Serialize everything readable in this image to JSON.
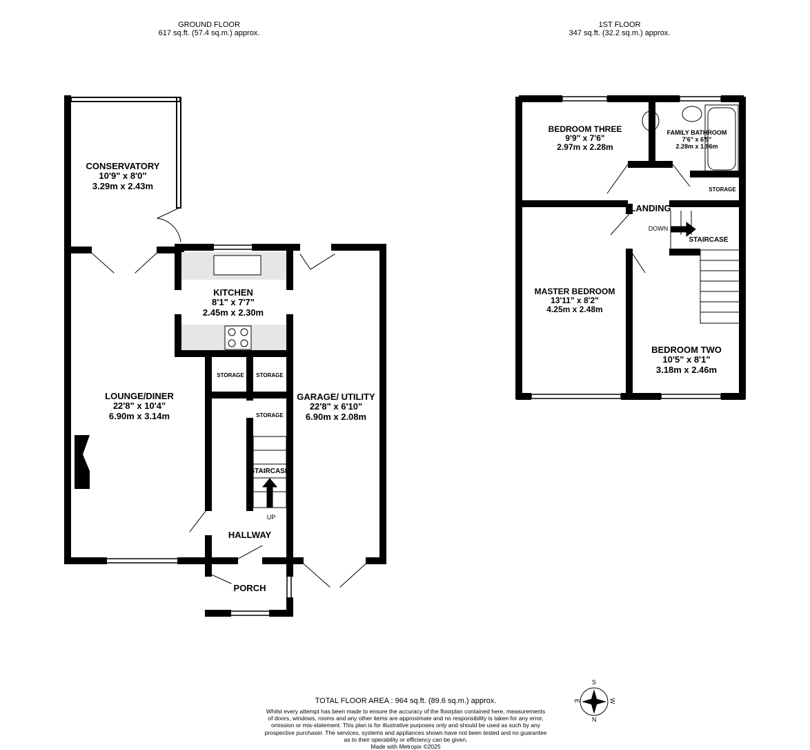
{
  "ground_floor": {
    "title": "GROUND FLOOR",
    "area": "617 sq.ft. (57.4 sq.m.) approx.",
    "rooms": [
      {
        "name": "CONSERVATORY",
        "imperial": "10'9\"  x 8'0\"",
        "metric": "3.29m  x 2.43m"
      },
      {
        "name": "KITCHEN",
        "imperial": "8'1\"  x 7'7\"",
        "metric": "2.45m  x 2.30m"
      },
      {
        "name": "LOUNGE/DINER",
        "imperial": "22'8\"  x 10'4\"",
        "metric": "6.90m  x 3.14m"
      },
      {
        "name": "GARAGE/ UTILITY",
        "imperial": "22'8\"  x 6'10\"",
        "metric": "6.90m  x 2.08m"
      }
    ],
    "labels": {
      "storage": "STORAGE",
      "staircase": "STAIRCASE",
      "up": "UP",
      "hallway": "HALLWAY",
      "porch": "PORCH"
    }
  },
  "first_floor": {
    "title": "1ST FLOOR",
    "area": "347 sq.ft. (32.2 sq.m.) approx.",
    "rooms": [
      {
        "name": "BEDROOM THREE",
        "imperial": "9'9\"  x 7'6\"",
        "metric": "2.97m  x 2.28m"
      },
      {
        "name": "FAMILY BATHROOM",
        "imperial": "7'6\"  x 6'5\"",
        "metric": "2.28m  x 1.96m"
      },
      {
        "name": "MASTER BEDROOM",
        "imperial": "13'11\"  x 8'2\"",
        "metric": "4.25m  x 2.48m"
      },
      {
        "name": "BEDROOM TWO",
        "imperial": "10'5\"  x 8'1\"",
        "metric": "3.18m  x 2.46m"
      }
    ],
    "labels": {
      "landing": "LANDING",
      "down": "DOWN",
      "staircase": "STAIRCASE",
      "storage": "STORAGE"
    }
  },
  "footer": {
    "total": "TOTAL FLOOR AREA : 964 sq.ft. (89.6 sq.m.) approx.",
    "disclaimer": [
      "Whilst every attempt has been made to ensure the accuracy of the floorplan contained here, measurements",
      "of doors, windows, rooms and any other items are approximate and no responsibility is taken for any error,",
      "omission or mis-statement. This plan is for illustrative purposes only and should be used as such by any",
      "prospective purchaser. The services, systems and appliances shown have not been tested and no guarantee",
      "as to their operability or efficiency can be given."
    ],
    "credit": "Made with Metropix ©2025"
  },
  "compass": {
    "icon": "compass-icon",
    "n": "N",
    "s": "S",
    "e": "E",
    "w": "W"
  },
  "colors": {
    "wall": "#000000",
    "worktop": "#e6e6e6"
  }
}
